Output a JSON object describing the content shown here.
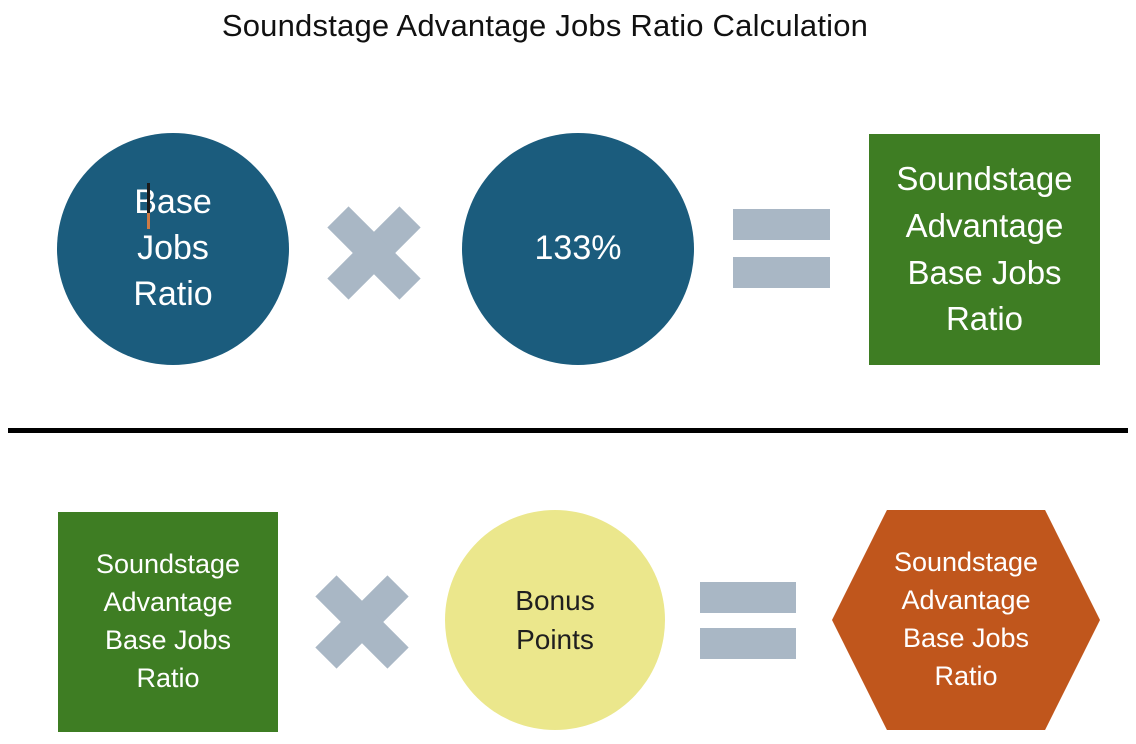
{
  "title": "Soundstage Advantage Jobs Ratio Calculation",
  "colors": {
    "teal_circle": "#1B5C7D",
    "green_box": "#3E7D23",
    "yellow_circle": "#EBE78C",
    "orange_hexagon": "#C0561C",
    "operator_gray": "#A9B7C5",
    "divider_black": "#000000",
    "caret_black": "#1A1A1A",
    "caret_orange": "#CE7B45"
  },
  "icons": {
    "multiply": "×",
    "equals": "=",
    "text_cursor": "caret"
  },
  "row1": {
    "base_circle_text": "Base\nJobs\nRatio",
    "percent_circle_text": "133%",
    "result_box_text": "Soundstage\nAdvantage\nBase Jobs\nRatio"
  },
  "row2": {
    "input_box_text": "Soundstage\nAdvantage\nBase Jobs\nRatio",
    "bonus_circle_text": "Bonus\nPoints",
    "result_hexagon_text": "Soundstage\nAdvantage\nBase Jobs\nRatio"
  }
}
